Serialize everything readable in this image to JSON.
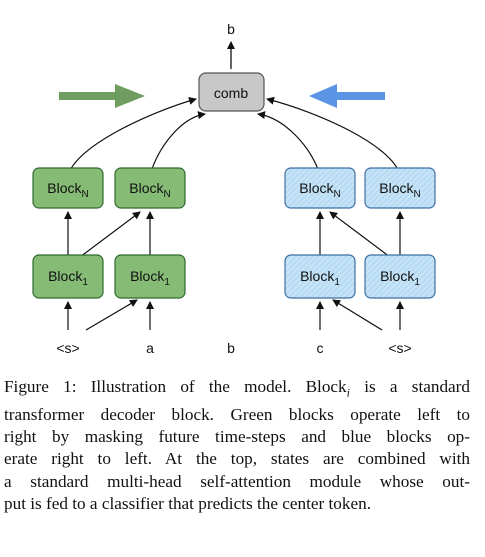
{
  "diagram": {
    "output_label": "b",
    "comb_label": "comb",
    "block_base": "Block",
    "block_top_sub": "N",
    "block_bottom_sub": "1",
    "tokens": [
      "<s>",
      "a",
      "b",
      "c",
      "<s>"
    ],
    "colors": {
      "green_fill": "#86bb76",
      "green_stroke": "#2e6b2e",
      "green_arrow": "#6e9d5f",
      "blue_fill": "#b9dcf4",
      "blue_stroke": "#3c6fa3",
      "blue_arrow": "#5b94e4",
      "comb_fill": "#c8c8c8",
      "comb_stroke": "#555555"
    }
  },
  "caption": {
    "prefix": "Figure 1: Illustration of the model. Block",
    "subscript": "i",
    "lines": [
      " is a standard",
      "transformer decoder block. Green blocks operate left to",
      "right by masking future time-steps and blue blocks op-",
      "erate right to left. At the top, states are combined with",
      "a standard multi-head self-attention module whose out-",
      "put is fed to a classifier that predicts the center token."
    ]
  }
}
